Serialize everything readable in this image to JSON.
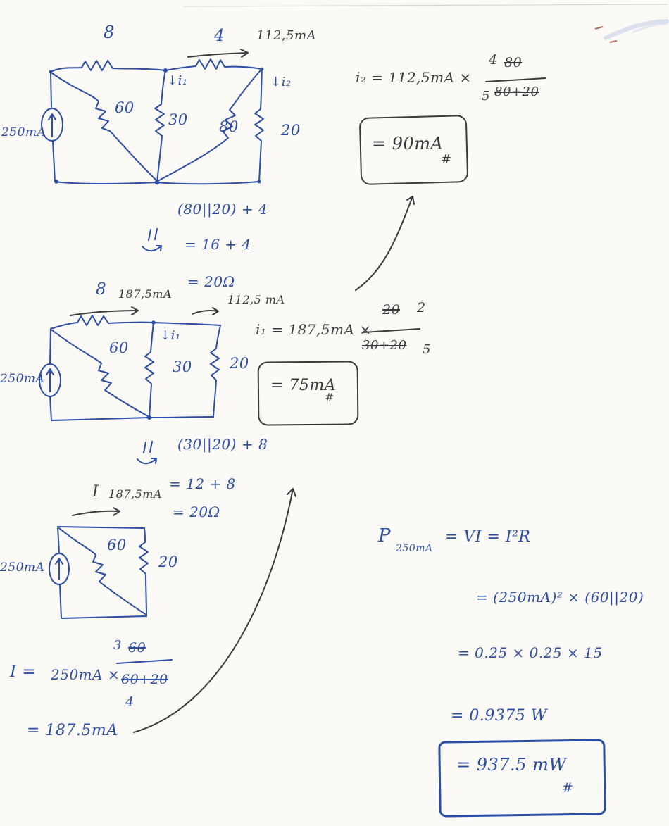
{
  "colors": {
    "blue": "#2b4da6",
    "black": "#3a3a3a",
    "paper": "#fbfaf6",
    "faint": "#d8d6d0",
    "smudge": "#b9c6e4",
    "red": "#b04a3a"
  },
  "top_circuit": {
    "r_left": "8",
    "r_right": "4",
    "out_current": "112,5mA",
    "i1_label": "↓i₁",
    "i2_label": "↓i₂",
    "r60": "60",
    "r30": "30",
    "r80": "80",
    "r20": "20",
    "source": "250mA"
  },
  "calc_i2": {
    "lhs": "i₂ = 112,5mA ×",
    "num_new": "4",
    "num_old": "80",
    "den_new": "5",
    "den_old": "80+20",
    "result": "= 90mA",
    "hash": "#"
  },
  "reduce1": {
    "line1": "(80||20) + 4",
    "line2": "= 16 + 4",
    "line3": "= 20Ω"
  },
  "mid_circuit": {
    "r_left": "8",
    "in_current": "187,5mA",
    "out_current": "112,5 mA",
    "i1_label": "↓i₁",
    "r60": "60",
    "r30": "30",
    "r20": "20",
    "source": "250mA"
  },
  "calc_i1": {
    "lhs": "i₁ = 187,5mA ×",
    "num_old": "20",
    "num_new": "2",
    "den_old": "30+20",
    "den_new": "5",
    "result": "= 75mA",
    "hash": "#"
  },
  "reduce2": {
    "line1": "(30||20) + 8",
    "line2": "= 12 + 8",
    "line3": "= 20Ω"
  },
  "bot_circuit": {
    "current_symbol": "I",
    "current_value": "187,5mA",
    "r60": "60",
    "r20": "20",
    "source": "250mA"
  },
  "calc_I": {
    "lhs": "I =",
    "rhs": "250mA ×",
    "num_new": "3",
    "num_old": "60",
    "den_old": "60+20",
    "den_new": "4",
    "result": "= 187.5mA"
  },
  "calc_p": {
    "p_symbol": "P",
    "p_sub": "250mA",
    "line1_rest": "= VI = I²R",
    "line2": "= (250mA)² × (60||20)",
    "line3": "= 0.25 × 0.25 × 15",
    "line4": "= 0.9375 W",
    "result": "= 937.5 mW",
    "hash": "#"
  }
}
